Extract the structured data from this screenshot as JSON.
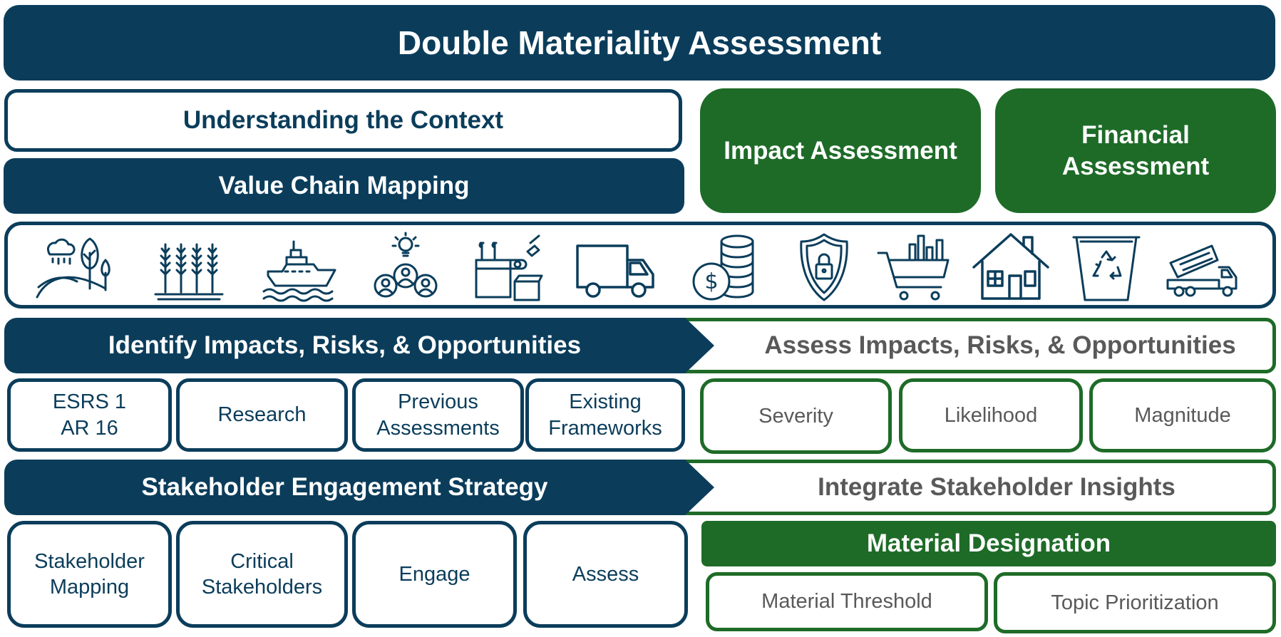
{
  "title": "Double Materiality Assessment",
  "context": {
    "understanding": "Understanding the Context",
    "value_chain": "Value Chain Mapping",
    "impact": "Impact Assessment",
    "financial": "Financial\nAssessment"
  },
  "icons": [
    "weather-landscape-icon",
    "wheat-icon",
    "ship-icon",
    "people-idea-icon",
    "factory-packaging-icon",
    "truck-icon",
    "coins-icon",
    "shield-lock-icon",
    "shopping-cart-icon",
    "house-icon",
    "recycle-bin-icon",
    "dump-truck-icon"
  ],
  "identify": {
    "header": "Identify Impacts, Risks, & Opportunities",
    "items": [
      "ESRS 1\nAR 16",
      "Research",
      "Previous\nAssessments",
      "Existing\nFrameworks"
    ]
  },
  "assess": {
    "header": "Assess Impacts, Risks, & Opportunities",
    "items": [
      "Severity",
      "Likelihood",
      "Magnitude"
    ]
  },
  "stakeholder": {
    "header": "Stakeholder Engagement Strategy",
    "items": [
      "Stakeholder\nMapping",
      "Critical\nStakeholders",
      "Engage",
      "Assess"
    ]
  },
  "integrate": {
    "header": "Integrate Stakeholder Insights"
  },
  "material": {
    "header": "Material Designation",
    "items": [
      "Material Threshold",
      "Topic Prioritization"
    ]
  },
  "colors": {
    "navy": "#0b3d5b",
    "green": "#1e6b28",
    "gray_text": "#595959"
  }
}
